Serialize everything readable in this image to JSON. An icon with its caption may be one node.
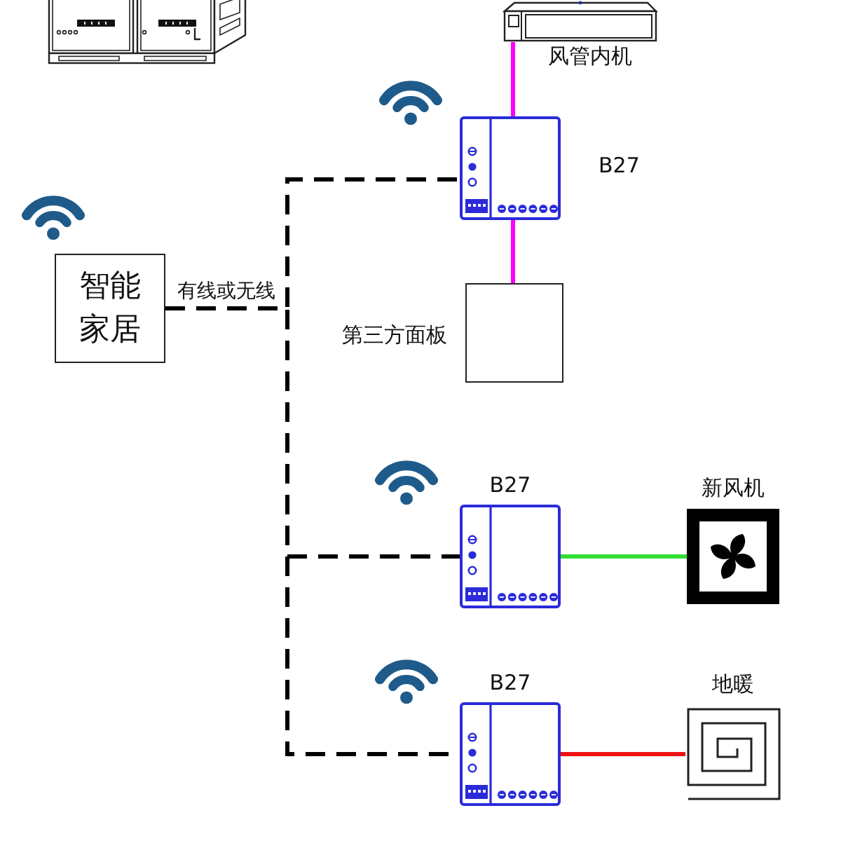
{
  "diagram": {
    "nodes": [
      {
        "text": [],
        "shape": "picture"
      },
      {
        "text": [
          "风管内机"
        ]
      },
      {
        "text": [
          "B27"
        ]
      },
      {
        "text": [
          "智能家居"
        ]
      },
      {
        "text": [
          "第三方面板"
        ]
      },
      {
        "text": [
          "B27"
        ]
      },
      {
        "text": [
          "新风机"
        ]
      },
      {
        "text": [
          "B27"
        ]
      },
      {
        "text": [
          "地暖"
        ]
      }
    ],
    "edges": [
      {
        "from": 1,
        "to": 2,
        "arrow": "none",
        "color": "#ff00ff"
      },
      {
        "from": 2,
        "to": 4,
        "arrow": "none",
        "color": "#ff00ff"
      },
      {
        "from": 3,
        "to": 2,
        "arrow": "none",
        "style": "dashed",
        "label": "有线或无线"
      },
      {
        "from": 3,
        "to": 5,
        "arrow": "none",
        "style": "dashed"
      },
      {
        "from": 3,
        "to": 7,
        "arrow": "none",
        "style": "dashed"
      },
      {
        "from": 5,
        "to": 6,
        "arrow": "none",
        "color": "#33e033"
      },
      {
        "from": 7,
        "to": 8,
        "arrow": "none",
        "color": "#ee1111"
      }
    ]
  }
}
